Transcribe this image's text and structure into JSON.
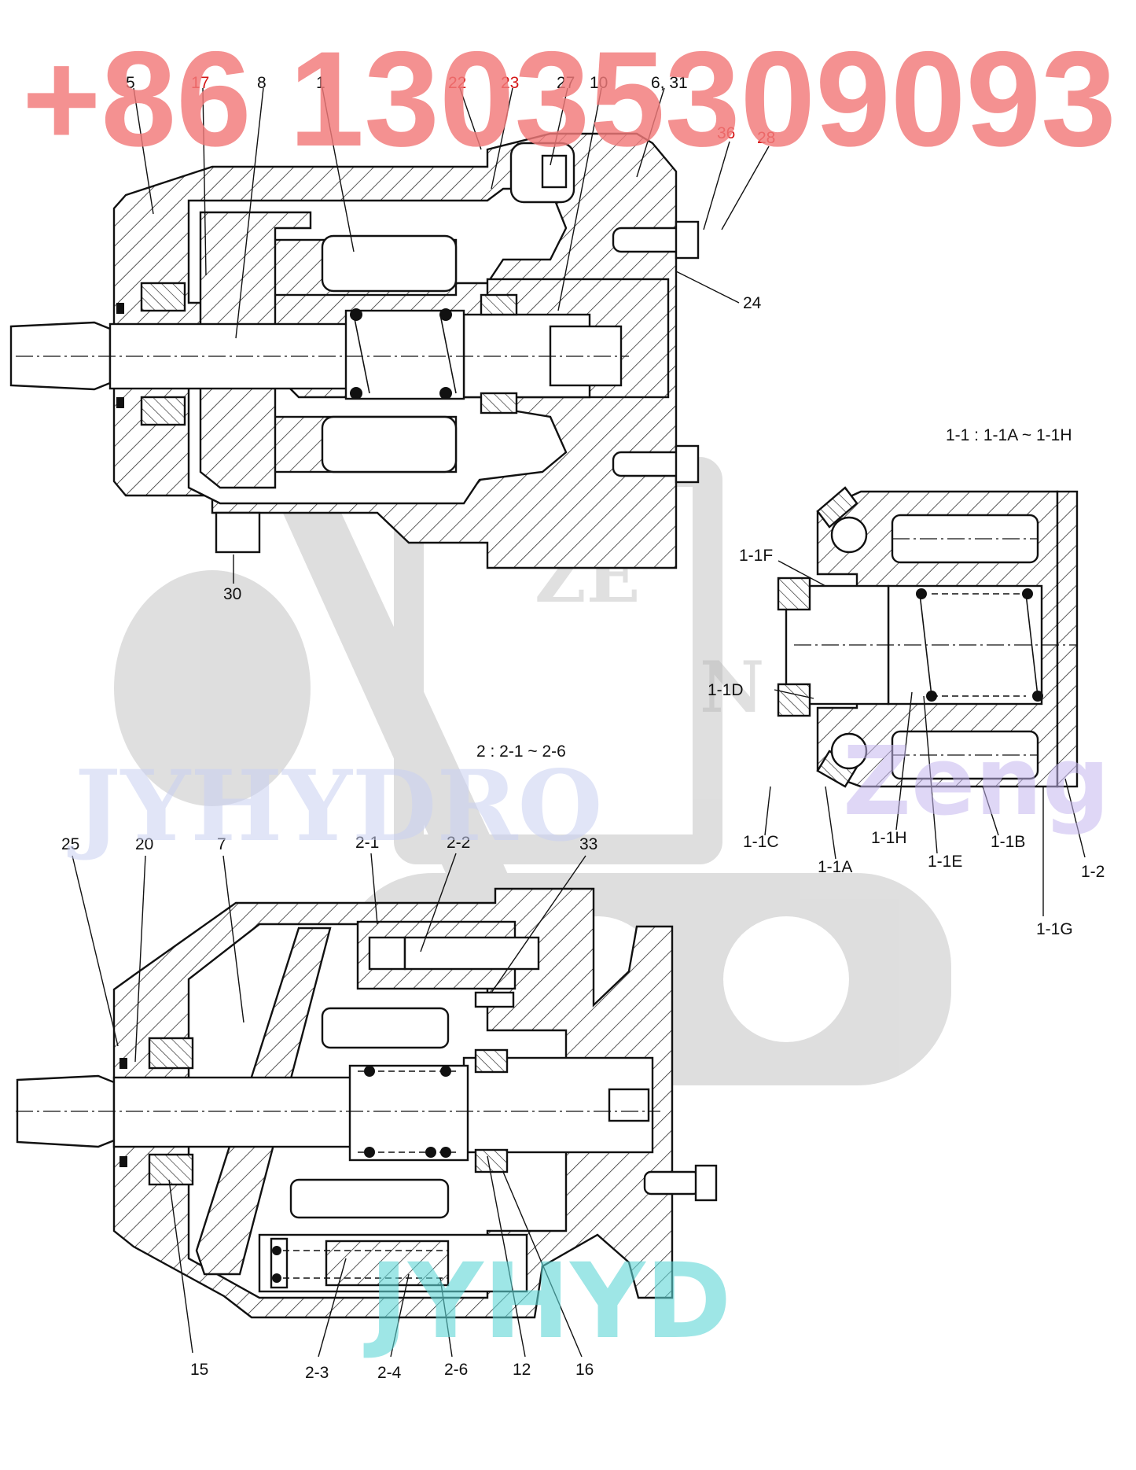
{
  "diagram": {
    "top_view_labels": {
      "l5": "5",
      "l17": "17",
      "l8": "8",
      "l1": "1",
      "l22": "22",
      "l23": "23",
      "l27": "27",
      "l10": "10",
      "l6_31": "6, 31",
      "l36": "36",
      "l28": "28",
      "l24": "24",
      "l30": "30"
    },
    "detail_1": {
      "caption": "1-1 : 1-1A ~ 1-1H",
      "labels": {
        "l1_1F": "1-1F",
        "l1_1D": "1-1D",
        "l1_1C": "1-1C",
        "l1_1A": "1-1A",
        "l1_1H": "1-1H",
        "l1_1E": "1-1E",
        "l1_1B": "1-1B",
        "l1_2": "1-2",
        "l1_1G": "1-1G"
      }
    },
    "bottom_view_caption": "2 : 2-1 ~ 2-6",
    "bottom_view_labels": {
      "l25": "25",
      "l20": "20",
      "l7": "7",
      "l2_1": "2-1",
      "l2_2": "2-2",
      "l33": "33",
      "l15": "15",
      "l2_3": "2-3",
      "l2_4": "2-4",
      "l2_6": "2-6",
      "l12": "12",
      "l16": "16"
    }
  },
  "watermarks": {
    "phone": "+86 13035309093",
    "brand_blue": "JYHYDRO",
    "brand_purple": "Zeng",
    "brand_cyan": "JYHYD",
    "logo_letters_1": "ZE",
    "logo_letters_2": "N"
  },
  "colors": {
    "line": "#111111",
    "red_labels": "#d41616",
    "phone_watermark": "#f27a7a",
    "blue_watermark": "#c9d0f2",
    "purple_watermark": "#c6b8ef",
    "cyan_watermark": "#5ed6d6"
  }
}
